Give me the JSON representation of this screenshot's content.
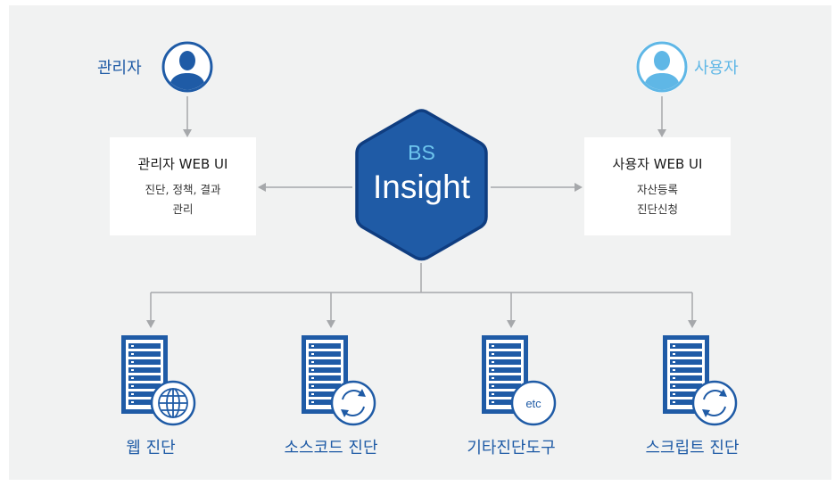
{
  "colors": {
    "primary": "#1f5ba6",
    "light_blue": "#5fb7e6",
    "hex_fill": "#1f5ba6",
    "hex_stroke": "#0f3d80",
    "connector": "#a6a8ab",
    "background": "#f1f2f2"
  },
  "admin": {
    "role": "관리자",
    "icon": "admin-person-icon",
    "box_title": "관리자 WEB UI",
    "box_desc_1": "진단, 정책, 결과",
    "box_desc_2": "관리"
  },
  "user": {
    "role": "사용자",
    "icon": "user-person-icon",
    "box_title": "사용자 WEB UI",
    "box_desc_1": "자산등록",
    "box_desc_2": "진단신청"
  },
  "center": {
    "line1": "BS",
    "line2": "Insight"
  },
  "tools": [
    {
      "label": "웹 진단",
      "badge": "globe-icon"
    },
    {
      "label": "소스코드 진단",
      "badge": "circle-arrows-icon"
    },
    {
      "label": "기타진단도구",
      "badge": "etc"
    },
    {
      "label": "스크립트 진단",
      "badge": "circle-arrows-icon"
    }
  ]
}
